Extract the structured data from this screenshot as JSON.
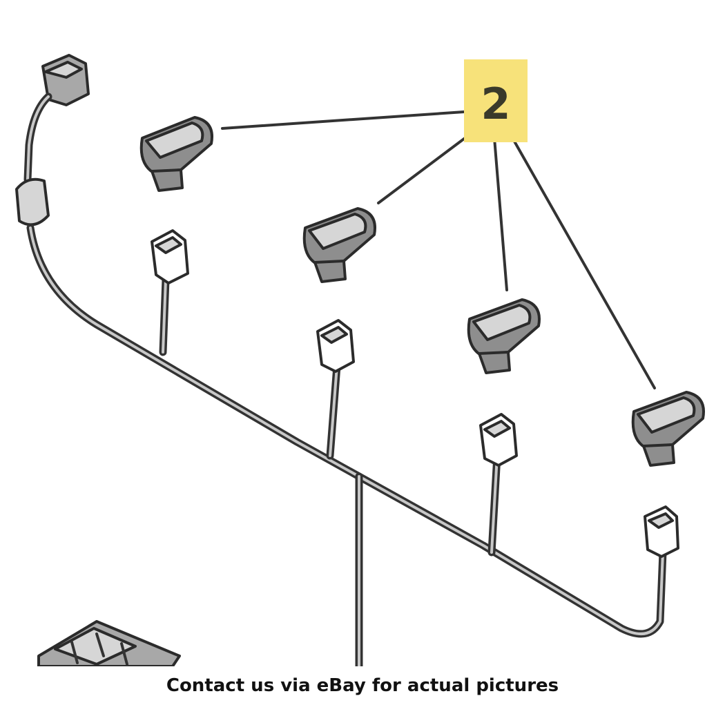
{
  "diagram": {
    "callout_number": "2",
    "callout_color": "#f7e27a",
    "line_color": "#333333",
    "part_fill_color": "#8e8e8e",
    "components": [
      "main-harness-connector",
      "wiring-harness",
      "sensor-connector",
      "parking-sensor"
    ]
  },
  "caption": {
    "text": "Contact us via eBay for actual pictures"
  }
}
